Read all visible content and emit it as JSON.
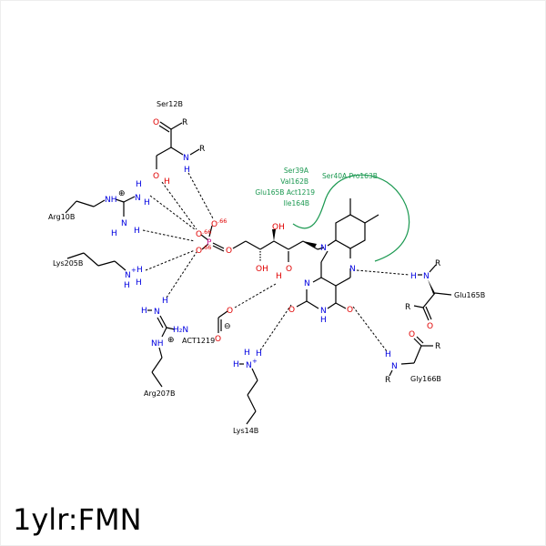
{
  "caption": "1ylr:FMN",
  "colors": {
    "oxygen": "#e00000",
    "nitrogen": "#0000e0",
    "phosphorus": "#d0108a",
    "hydrophobic": "#1a9850",
    "bond": "#000000"
  },
  "residues": {
    "ser12b": "Ser12B",
    "arg10b": "Arg10B",
    "lys205b": "Lys205B",
    "arg207b": "Arg207B",
    "act1219": "ACT1219",
    "lys14b": "Lys14B",
    "glu165b": "Glu165B",
    "gly166b": "Gly166B"
  },
  "hydrophobic_contacts": [
    "Ser39A",
    "Val162B",
    "Glu165B Act1219",
    "Ile164B",
    "Ser40A  Pro163B"
  ],
  "atoms": {
    "O": "O",
    "N": "N",
    "H": "H",
    "NH": "NH",
    "P": "P",
    "R": "R",
    "OH": "OH",
    "H2N": "H₂N",
    "NplusH": "N⁺"
  },
  "charges": {
    "phosphate_o": ".66",
    "plus": "⊕",
    "minus": "⊖",
    "nplus": "+"
  }
}
